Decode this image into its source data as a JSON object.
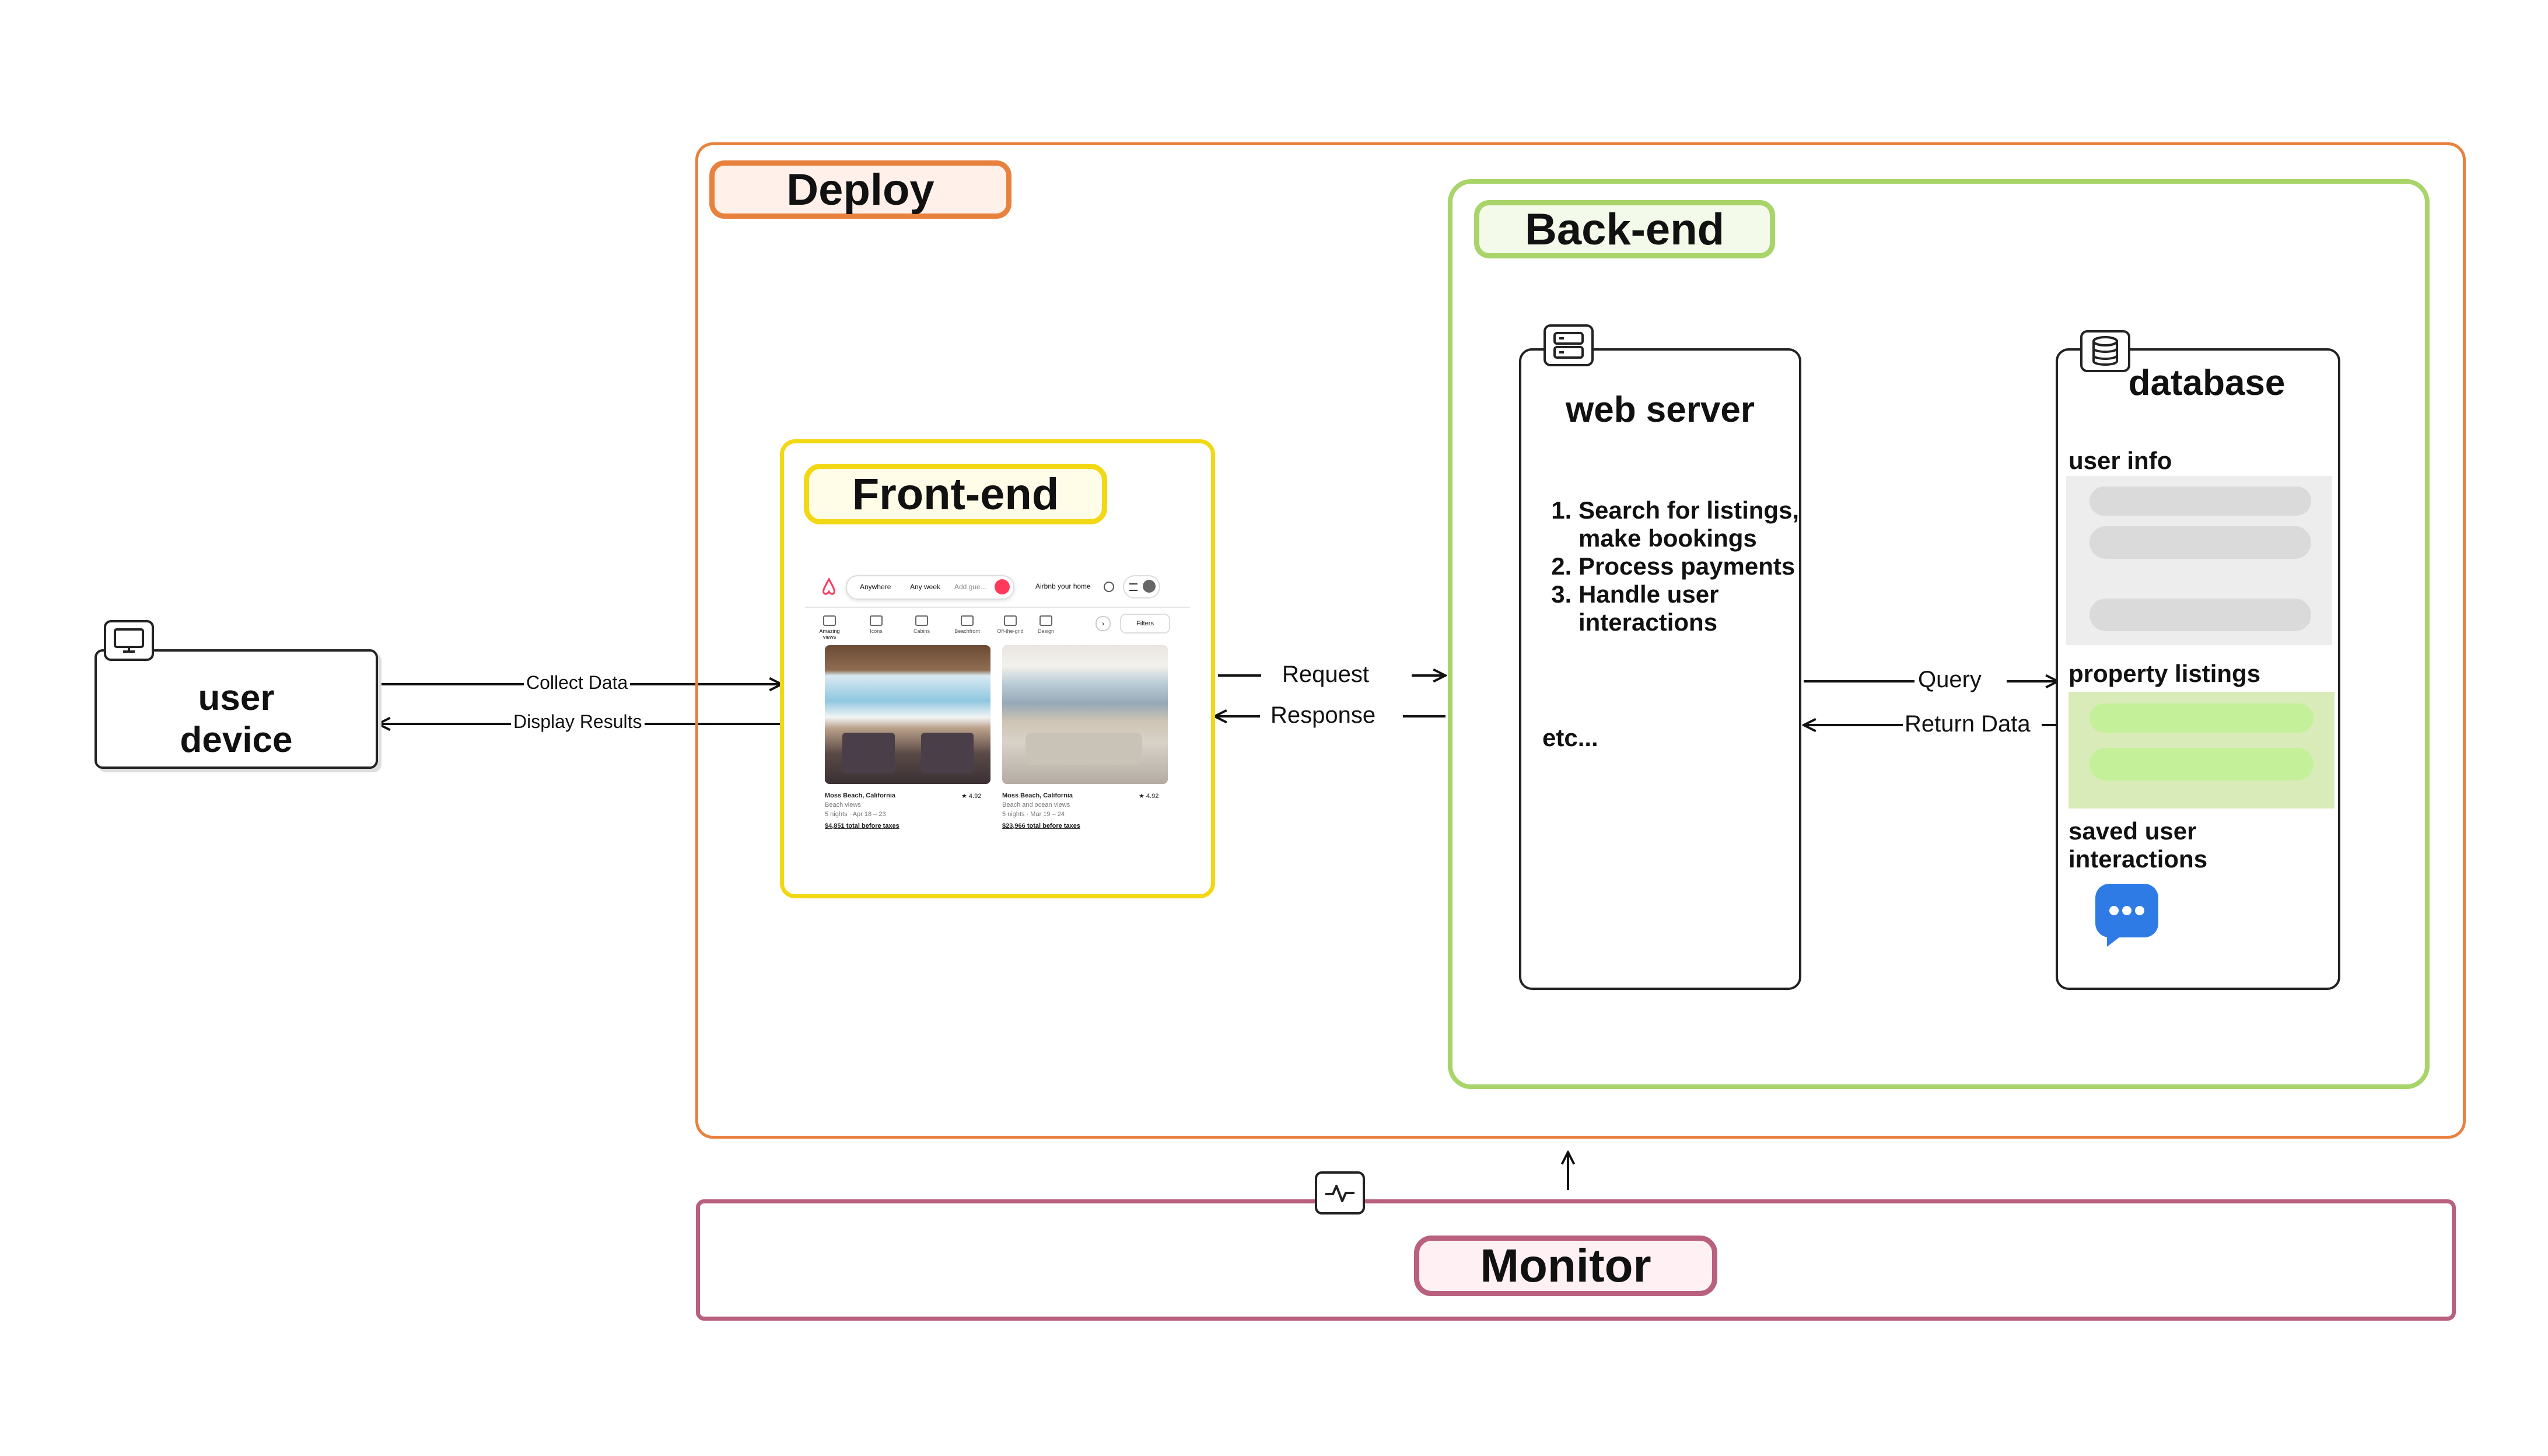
{
  "groups": {
    "deploy": "Deploy",
    "frontend": "Front-end",
    "backend": "Back-end",
    "monitor": "Monitor"
  },
  "nodes": {
    "user_device": "user\ndevice",
    "web_server": "web server",
    "database": "database"
  },
  "web_server_steps": [
    "Search for listings, make bookings",
    "Process payments",
    "Handle user interactions"
  ],
  "web_server_etc": "etc...",
  "database_sections": {
    "user_info": "user info",
    "property_listings": "property listings",
    "saved_interactions": "saved user\ninteractions"
  },
  "edges": {
    "collect_data": "Collect Data",
    "display_results": "Display Results",
    "request": "Request",
    "response": "Response",
    "query": "Query",
    "return_data": "Return Data"
  },
  "frontend_mock": {
    "search": [
      "Anywhere",
      "Any week",
      "Add gue..."
    ],
    "host": "Airbnb your home",
    "categories": [
      "Amazing views",
      "Icons",
      "Cabins",
      "Beachfront",
      "Off-the-grid",
      "Design"
    ],
    "filters": "Filters",
    "listings": [
      {
        "location": "Moss Beach, California",
        "rating": "★ 4.92",
        "desc": "Beach views",
        "dates": "5 nights · Apr 18 – 23",
        "price": "$4,851 total before taxes"
      },
      {
        "location": "Moss Beach, California",
        "rating": "★ 4.92",
        "desc": "Beach and ocean views",
        "dates": "5 nights · Mar 19 – 24",
        "price": "$23,966 total before taxes"
      }
    ]
  },
  "icons": {
    "user_device": "monitor-icon",
    "web_server": "server-icon",
    "database": "database-icon",
    "monitor": "activity-icon"
  },
  "colors": {
    "deploy": "#E8813E",
    "backend": "#A8D46A",
    "frontend": "#F2D814",
    "monitor": "#B8607E",
    "listings_bg": "#D9EBB9",
    "chat": "#2F7BE6"
  }
}
